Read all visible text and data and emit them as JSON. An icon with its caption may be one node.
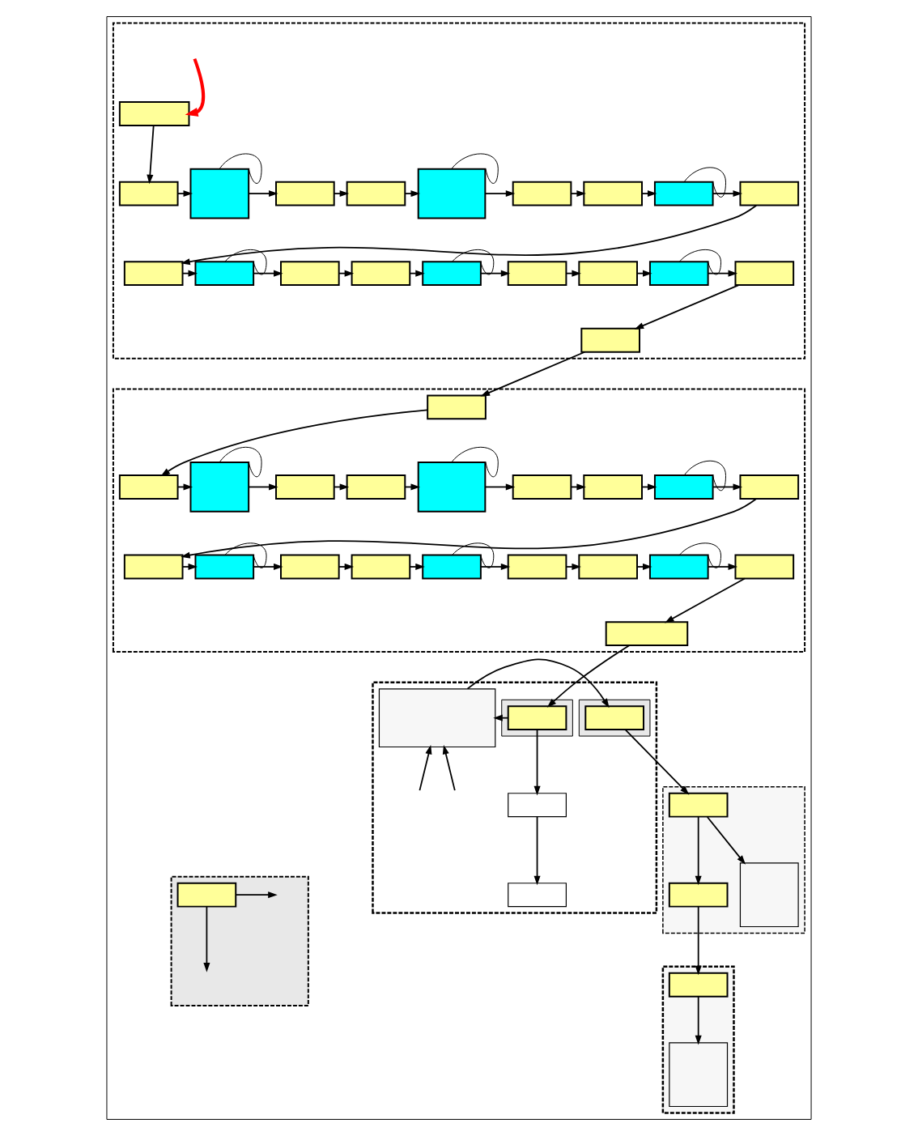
{
  "diagram": {
    "nodes": [
      {
        "text": [],
        "shape": "box"
      },
      {
        "text": [],
        "shape": "box",
        "in": 0
      },
      {
        "text": [],
        "shape": "box",
        "in": 1
      },
      {
        "text": [],
        "shape": "box",
        "in": 1
      },
      {
        "text": [],
        "shape": "box",
        "in": 1
      },
      {
        "text": [],
        "shape": "box",
        "in": 1
      },
      {
        "text": [],
        "shape": "box",
        "in": 1
      },
      {
        "text": [],
        "shape": "box",
        "in": 1
      },
      {
        "text": [],
        "shape": "box",
        "in": 1
      },
      {
        "text": [],
        "shape": "box",
        "in": 1
      },
      {
        "text": [],
        "shape": "box",
        "in": 1
      },
      {
        "text": [],
        "shape": "box",
        "in": 1
      },
      {
        "text": [],
        "shape": "box",
        "in": 1
      },
      {
        "text": [],
        "shape": "box",
        "in": 1
      },
      {
        "text": [],
        "shape": "box",
        "in": 1
      },
      {
        "text": [],
        "shape": "box",
        "in": 1
      },
      {
        "text": [],
        "shape": "box",
        "in": 1
      },
      {
        "text": [],
        "shape": "box",
        "in": 1
      },
      {
        "text": [],
        "shape": "box",
        "in": 1
      },
      {
        "text": [],
        "shape": "box",
        "in": 1
      },
      {
        "text": [],
        "shape": "box",
        "in": 1
      },
      {
        "text": [],
        "shape": "box",
        "in": 1
      },
      {
        "text": [],
        "shape": "box",
        "in": 0
      },
      {
        "text": [],
        "shape": "box",
        "in": 22
      },
      {
        "text": [],
        "shape": "box",
        "in": 22
      },
      {
        "text": [],
        "shape": "box",
        "in": 22
      },
      {
        "text": [],
        "shape": "box",
        "in": 22
      },
      {
        "text": [],
        "shape": "box",
        "in": 22
      },
      {
        "text": [],
        "shape": "box",
        "in": 22
      },
      {
        "text": [],
        "shape": "box",
        "in": 22
      },
      {
        "text": [],
        "shape": "box",
        "in": 22
      },
      {
        "text": [],
        "shape": "box",
        "in": 22
      },
      {
        "text": [],
        "shape": "box",
        "in": 22
      },
      {
        "text": [],
        "shape": "box",
        "in": 22
      },
      {
        "text": [],
        "shape": "box",
        "in": 22
      },
      {
        "text": [],
        "shape": "box",
        "in": 22
      },
      {
        "text": [],
        "shape": "box",
        "in": 22
      },
      {
        "text": [],
        "shape": "box",
        "in": 22
      },
      {
        "text": [],
        "shape": "box",
        "in": 22
      },
      {
        "text": [],
        "shape": "box",
        "in": 22
      },
      {
        "text": [],
        "shape": "box",
        "in": 22
      },
      {
        "text": [],
        "shape": "box",
        "in": 22
      },
      {
        "text": [],
        "shape": "box",
        "in": 22
      },
      {
        "text": [],
        "shape": "box",
        "in": 0
      },
      {
        "text": [],
        "shape": "box",
        "in": 43
      },
      {
        "text": [],
        "shape": "box",
        "in": 43
      },
      {
        "text": [],
        "shape": "box",
        "in": 43
      },
      {
        "text": [],
        "shape": "box",
        "in": 46
      },
      {
        "text": [],
        "shape": "box",
        "in": 43
      },
      {
        "text": [],
        "shape": "box",
        "in": 43
      },
      {
        "text": [],
        "shape": "box",
        "in": 49
      },
      {
        "text": [],
        "shape": "box",
        "in": 0
      },
      {
        "text": [],
        "shape": "box",
        "in": 51
      },
      {
        "text": [],
        "shape": "box",
        "in": 0
      },
      {
        "text": [],
        "shape": "box",
        "in": 53
      },
      {
        "text": [],
        "shape": "box",
        "in": 53
      },
      {
        "text": [],
        "shape": "box",
        "in": 53
      },
      {
        "text": [],
        "shape": "box",
        "in": 0
      },
      {
        "text": [],
        "shape": "box",
        "in": 57
      },
      {
        "text": [],
        "shape": "box",
        "in": 57
      }
    ],
    "edges": [
      {
        "from": null,
        "to": 2,
        "arrow": "to",
        "style": "thick",
        "color": "#ff0000"
      },
      {
        "from": 2,
        "to": 3,
        "arrow": "to"
      },
      {
        "from": 3,
        "to": 4,
        "arrow": "to"
      },
      {
        "from": 4,
        "to": 5,
        "arrow": "to"
      },
      {
        "from": 5,
        "to": 6,
        "arrow": "to"
      },
      {
        "from": 6,
        "to": 7,
        "arrow": "to"
      },
      {
        "from": 7,
        "to": 8,
        "arrow": "to"
      },
      {
        "from": 8,
        "to": 9,
        "arrow": "to"
      },
      {
        "from": 9,
        "to": 10,
        "arrow": "to"
      },
      {
        "from": 10,
        "to": 11,
        "arrow": "to"
      },
      {
        "from": 11,
        "to": 12,
        "arrow": "to"
      },
      {
        "from": 12,
        "to": 13,
        "arrow": "to"
      },
      {
        "from": 13,
        "to": 14,
        "arrow": "to"
      },
      {
        "from": 14,
        "to": 15,
        "arrow": "to"
      },
      {
        "from": 15,
        "to": 16,
        "arrow": "to"
      },
      {
        "from": 16,
        "to": 17,
        "arrow": "to"
      },
      {
        "from": 17,
        "to": 18,
        "arrow": "to"
      },
      {
        "from": 18,
        "to": 19,
        "arrow": "to"
      },
      {
        "from": 19,
        "to": 20,
        "arrow": "to"
      },
      {
        "from": 20,
        "to": 21,
        "arrow": "to"
      },
      {
        "from": 21,
        "to": 23,
        "arrow": "to"
      },
      {
        "from": 23,
        "to": 24,
        "arrow": "to"
      },
      {
        "from": 24,
        "to": 25,
        "arrow": "to"
      },
      {
        "from": 25,
        "to": 26,
        "arrow": "to"
      },
      {
        "from": 26,
        "to": 27,
        "arrow": "to"
      },
      {
        "from": 27,
        "to": 28,
        "arrow": "to"
      },
      {
        "from": 28,
        "to": 29,
        "arrow": "to"
      },
      {
        "from": 29,
        "to": 30,
        "arrow": "to"
      },
      {
        "from": 30,
        "to": 31,
        "arrow": "to"
      },
      {
        "from": 31,
        "to": 32,
        "arrow": "to"
      },
      {
        "from": 32,
        "to": 33,
        "arrow": "to"
      },
      {
        "from": 33,
        "to": 34,
        "arrow": "to"
      },
      {
        "from": 34,
        "to": 35,
        "arrow": "to"
      },
      {
        "from": 35,
        "to": 36,
        "arrow": "to"
      },
      {
        "from": 36,
        "to": 37,
        "arrow": "to"
      },
      {
        "from": 37,
        "to": 38,
        "arrow": "to"
      },
      {
        "from": 38,
        "to": 39,
        "arrow": "to"
      },
      {
        "from": 39,
        "to": 40,
        "arrow": "to"
      },
      {
        "from": 40,
        "to": 41,
        "arrow": "to"
      },
      {
        "from": 41,
        "to": 42,
        "arrow": "to"
      },
      {
        "from": 42,
        "to": 47,
        "arrow": "to"
      },
      {
        "from": 47,
        "to": 44,
        "arrow": "to"
      },
      {
        "from": 44,
        "to": 45,
        "arrow": "to"
      },
      {
        "from": 47,
        "to": 48,
        "arrow": "to"
      },
      {
        "from": null,
        "to": 48,
        "arrow": "to"
      },
      {
        "from": null,
        "to": 48,
        "arrow": "to"
      },
      {
        "from": 48,
        "to": 50,
        "arrow": "to"
      },
      {
        "from": 50,
        "to": 55,
        "arrow": "to"
      },
      {
        "from": 55,
        "to": 54,
        "arrow": "to"
      },
      {
        "from": 55,
        "to": 56,
        "arrow": "to"
      },
      {
        "from": 54,
        "to": 58,
        "arrow": "to"
      },
      {
        "from": 58,
        "to": 59,
        "arrow": "to"
      },
      {
        "from": 52,
        "to": null,
        "arrow": "to"
      },
      {
        "from": 52,
        "to": null,
        "arrow": "to"
      },
      {
        "from": 4,
        "to": 4,
        "arrow": "none"
      },
      {
        "from": 7,
        "to": 7,
        "arrow": "none"
      },
      {
        "from": 10,
        "to": 10,
        "arrow": "none"
      },
      {
        "from": 13,
        "to": 13,
        "arrow": "none"
      },
      {
        "from": 16,
        "to": 16,
        "arrow": "none"
      },
      {
        "from": 19,
        "to": 19,
        "arrow": "none"
      },
      {
        "from": 25,
        "to": 25,
        "arrow": "none"
      },
      {
        "from": 28,
        "to": 28,
        "arrow": "none"
      },
      {
        "from": 31,
        "to": 31,
        "arrow": "none"
      },
      {
        "from": 34,
        "to": 34,
        "arrow": "none"
      },
      {
        "from": 37,
        "to": 37,
        "arrow": "none"
      },
      {
        "from": 40,
        "to": 40,
        "arrow": "none"
      }
    ]
  }
}
